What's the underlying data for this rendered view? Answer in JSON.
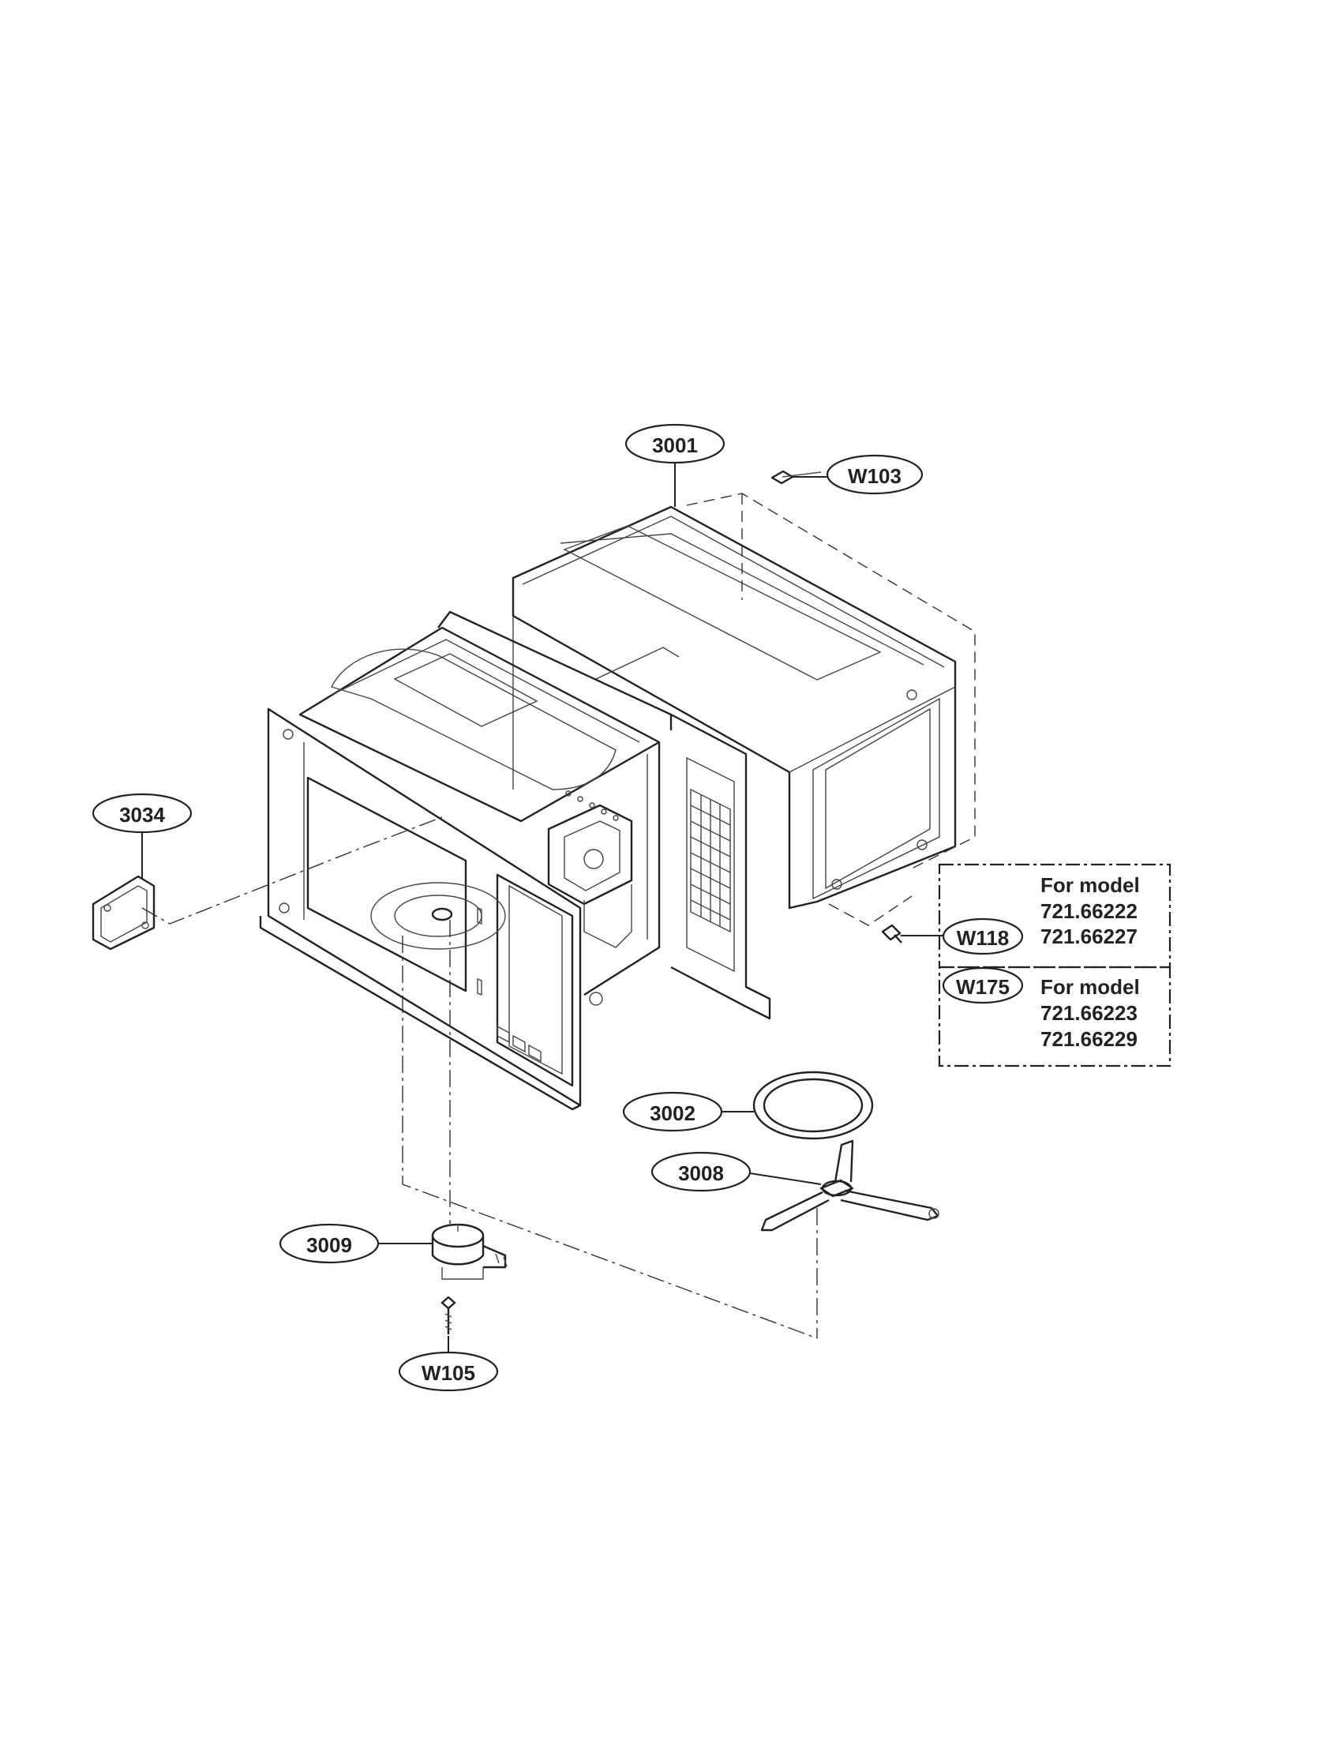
{
  "callouts": {
    "c3001": "3001",
    "cW103": "W103",
    "c3034": "3034",
    "cW118": "W118",
    "cW175": "W175",
    "c3002": "3002",
    "c3008": "3008",
    "c3009": "3009",
    "cW105": "W105"
  },
  "notes": {
    "group1": {
      "title": "For model",
      "model_a": "721.66222",
      "model_b": "721.66227"
    },
    "group2": {
      "title": "For model",
      "model_a": "721.66223",
      "model_b": "721.66229"
    }
  }
}
